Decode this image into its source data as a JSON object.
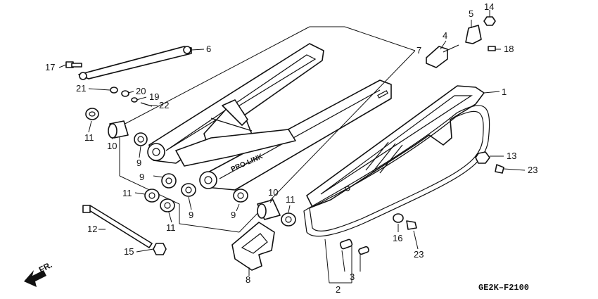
{
  "diagram_code": "GE2K–F2100",
  "front_label": "FR.",
  "swingarm_marking": "PRO-LINK",
  "callouts": {
    "c1": "1",
    "c2": "2",
    "c3": "3",
    "c4": "4",
    "c5": "5",
    "c6": "6",
    "c7": "7",
    "c8": "8",
    "c9a": "9",
    "c9b": "9",
    "c9c": "9",
    "c9d": "9",
    "c10a": "10",
    "c10b": "10",
    "c11a": "11",
    "c11b": "11",
    "c11c": "11",
    "c11d": "11",
    "c12": "12",
    "c13": "13",
    "c14": "14",
    "c15": "15",
    "c16": "16",
    "c17": "17",
    "c18": "18",
    "c19": "19",
    "c20": "20",
    "c21": "21",
    "c22": "22",
    "c23a": "23",
    "c23b": "23"
  }
}
